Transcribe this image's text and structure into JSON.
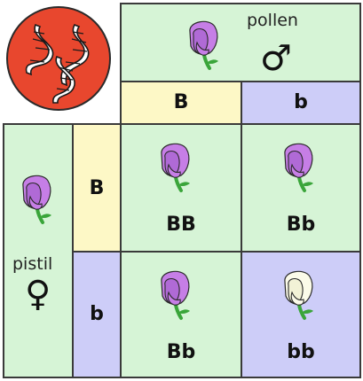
{
  "pollen": {
    "label": "pollen",
    "symbol": "♂"
  },
  "pistil": {
    "label": "pistil",
    "symbol": "♀"
  },
  "pollen_alleles": [
    "B",
    "b"
  ],
  "pistil_alleles": [
    "B",
    "b"
  ],
  "offspring": [
    {
      "genotype": "BB",
      "flower_color": "purple"
    },
    {
      "genotype": "Bb",
      "flower_color": "purple"
    },
    {
      "genotype": "Bb",
      "flower_color": "purple"
    },
    {
      "genotype": "bb",
      "flower_color": "white"
    }
  ],
  "colors": {
    "green_cell": "#d6f4d6",
    "yellow_cell": "#fdf8c6",
    "blue_cell": "#cdcdf8",
    "purple_flower": "#c67ee6",
    "white_flower": "#fbfbe9",
    "logo_circle": "#e8472e"
  }
}
